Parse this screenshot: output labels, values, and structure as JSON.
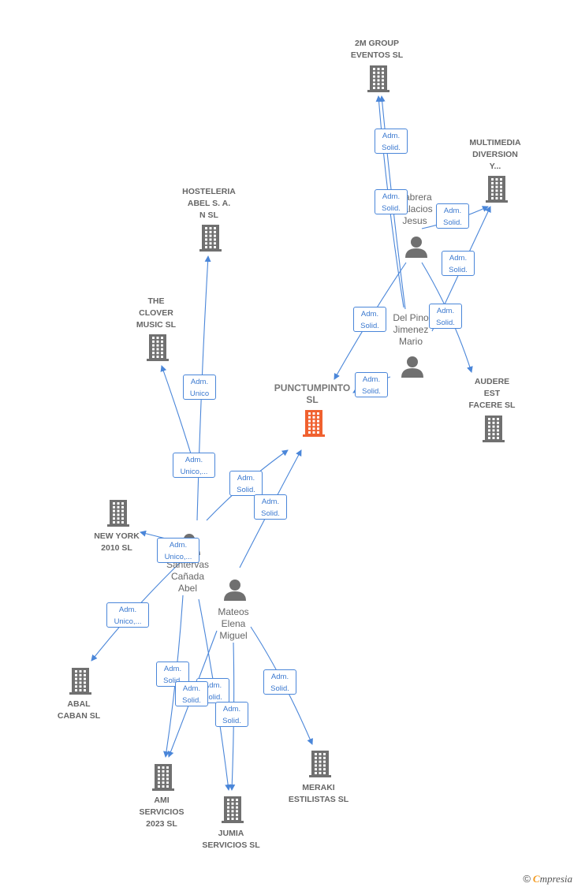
{
  "colors": {
    "edge": "#4a86d9",
    "building": "#707070",
    "focus_building": "#f0612f",
    "person": "#707070"
  },
  "nodes": [
    {
      "id": "2m",
      "kind": "company",
      "label": "2M GROUP\nEVENTOS  SL"
    },
    {
      "id": "multi",
      "kind": "company",
      "label": "MULTIMEDIA\nDIVERSION\nY..."
    },
    {
      "id": "hosteleria",
      "kind": "company",
      "label": "HOSTELERIA\nABEL S.  A.\nN SL"
    },
    {
      "id": "clover",
      "kind": "company",
      "label": "THE\nCLOVER\nMUSIC  SL"
    },
    {
      "id": "punct",
      "kind": "focus",
      "label": "PUNCTUMPINTO\nSL"
    },
    {
      "id": "audere",
      "kind": "company",
      "label": "AUDERE\nEST\nFACERE  SL"
    },
    {
      "id": "newyork",
      "kind": "company",
      "label": "NEW YORK\n2010 SL"
    },
    {
      "id": "abal",
      "kind": "company",
      "label": "ABAL\nCABAN SL"
    },
    {
      "id": "ami",
      "kind": "company",
      "label": "AMI\nSERVICIOS\n2023  SL"
    },
    {
      "id": "jumia",
      "kind": "company",
      "label": "JUMIA\nSERVICIOS  SL"
    },
    {
      "id": "meraki",
      "kind": "company",
      "label": "MERAKI\nESTILISTAS  SL"
    },
    {
      "id": "cabrera",
      "kind": "person",
      "label": "Cabrera\nPalacios\nJesus"
    },
    {
      "id": "delpino",
      "kind": "person",
      "label": "Del Pino\nJimenez\nMario"
    },
    {
      "id": "santervas",
      "kind": "person",
      "label": "Santervas\nCañada\nAbel"
    },
    {
      "id": "mateos",
      "kind": "person",
      "label": "Mateos\nElena\nMiguel"
    }
  ],
  "edges": [
    {
      "from": "cabrera",
      "to": "2m"
    },
    {
      "from": "delpino",
      "to": "2m"
    },
    {
      "from": "cabrera",
      "to": "multi"
    },
    {
      "from": "cabrera",
      "to": "audere"
    },
    {
      "from": "cabrera",
      "to": "punct"
    },
    {
      "from": "delpino",
      "to": "multi"
    },
    {
      "from": "delpino",
      "to": "punct"
    },
    {
      "from": "santervas",
      "to": "hosteleria"
    },
    {
      "from": "mateos",
      "to": "clover"
    },
    {
      "from": "santervas",
      "to": "punct"
    },
    {
      "from": "mateos",
      "to": "punct"
    },
    {
      "from": "santervas",
      "to": "newyork"
    },
    {
      "from": "santervas",
      "to": "abal"
    },
    {
      "from": "santervas",
      "to": "ami"
    },
    {
      "from": "mateos",
      "to": "ami"
    },
    {
      "from": "santervas",
      "to": "jumia"
    },
    {
      "from": "mateos",
      "to": "jumia"
    },
    {
      "from": "mateos",
      "to": "meraki"
    }
  ],
  "badges": [
    "Adm.\nSolid.",
    "Adm.\nSolid.",
    "Adm.\nSolid.",
    "Adm.\nSolid.",
    "Adm.\nSolid.",
    "Adm.\nSolid.",
    "Adm.\nSolid.",
    "Adm.\nUnico",
    "Adm.\nUnico,...",
    "Adm.\nSolid.",
    "Adm.\nSolid.",
    "Adm.\nUnico,...",
    "Adm.\nUnico,...",
    "Adm.\nSolid.",
    "Adm.\nSolid.",
    "Adm.\nSolid.",
    "Adm.\nSolid.",
    "Adm.\nSolid."
  ],
  "footer": {
    "copyright": "©",
    "brand_initial": "C",
    "brand_rest": "mpresia"
  }
}
